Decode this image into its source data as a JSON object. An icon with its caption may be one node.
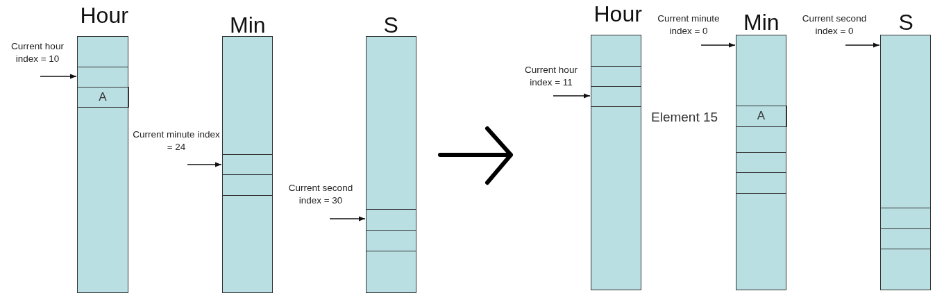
{
  "diagram": {
    "nodes": [
      {
        "text": [
          "Hour"
        ]
      },
      {
        "text": [
          "A"
        ],
        "in": 0
      },
      {
        "text": [
          "Current hour index = 10"
        ]
      },
      {
        "text": [
          "Min"
        ]
      },
      {
        "text": [
          "Current minute index = 24"
        ]
      },
      {
        "text": [
          "S"
        ]
      },
      {
        "text": [
          "Current second index = 30"
        ]
      },
      {
        "text": [
          "Hour"
        ]
      },
      {
        "text": [
          "Current hour index = 11"
        ]
      },
      {
        "text": [
          "Min"
        ]
      },
      {
        "text": [
          "A"
        ],
        "in": 9,
        "beside": [
          "Element 15"
        ]
      },
      {
        "text": [
          "Current minute index = 0"
        ]
      },
      {
        "text": [
          "S"
        ]
      },
      {
        "text": [
          "Current second index = 0"
        ]
      }
    ],
    "edges": [
      {
        "from": 2,
        "to": 0,
        "arrow": "to"
      },
      {
        "from": 4,
        "to": 3,
        "arrow": "to"
      },
      {
        "from": 6,
        "to": 5,
        "arrow": "to"
      },
      {
        "from": 8,
        "to": 7,
        "arrow": "to"
      },
      {
        "from": 11,
        "to": 9,
        "arrow": "to"
      },
      {
        "from": 13,
        "to": 12,
        "arrow": "to"
      }
    ]
  }
}
